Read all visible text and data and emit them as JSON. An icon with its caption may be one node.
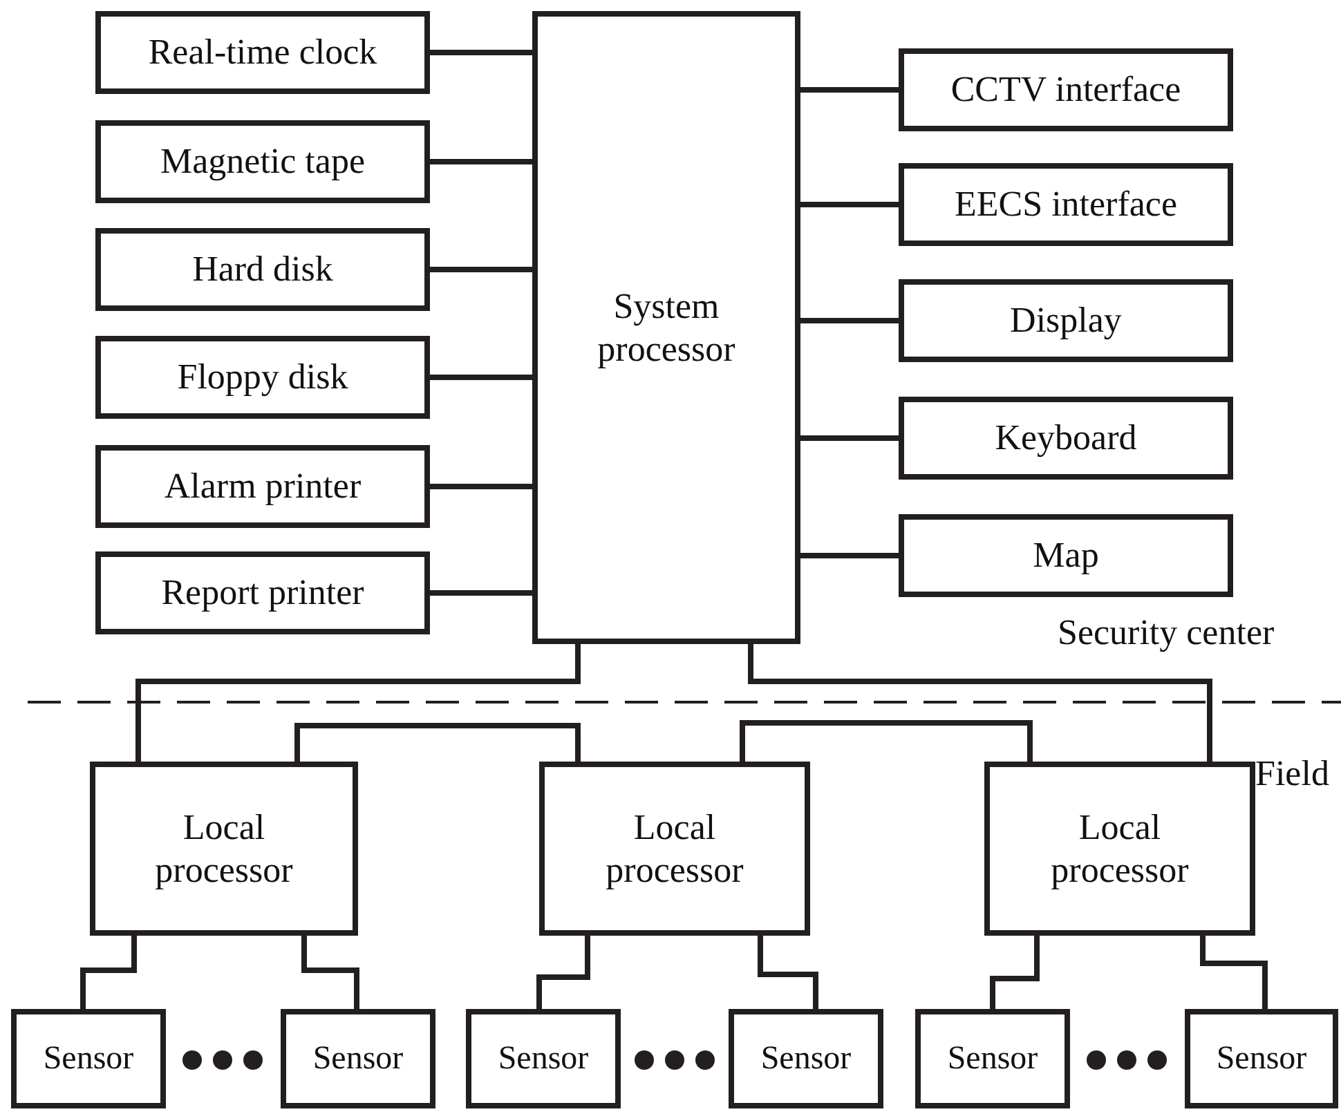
{
  "diagram": {
    "nodes": [
      {
        "text": [
          "Real-time clock"
        ]
      },
      {
        "text": [
          "Magnetic tape"
        ]
      },
      {
        "text": [
          "Hard disk"
        ]
      },
      {
        "text": [
          "Floppy disk"
        ]
      },
      {
        "text": [
          "Alarm printer"
        ]
      },
      {
        "text": [
          "Report printer"
        ]
      },
      {
        "text": [
          "System processor"
        ]
      },
      {
        "text": [
          "CCTV interface"
        ]
      },
      {
        "text": [
          "EECS interface"
        ]
      },
      {
        "text": [
          "Display"
        ]
      },
      {
        "text": [
          "Keyboard"
        ]
      },
      {
        "text": [
          "Map"
        ]
      },
      {
        "text": [
          "Local processor"
        ]
      },
      {
        "text": [
          "Local processor"
        ]
      },
      {
        "text": [
          "Local processor"
        ]
      },
      {
        "text": [
          "Sensor"
        ]
      },
      {
        "text": [
          "Sensor"
        ]
      },
      {
        "text": [
          "Sensor"
        ]
      },
      {
        "text": [
          "Sensor"
        ]
      },
      {
        "text": [
          "Sensor"
        ]
      },
      {
        "text": [
          "Sensor"
        ]
      }
    ],
    "edges": [
      {
        "from": 6,
        "to": 0,
        "arrow": "none"
      },
      {
        "from": 6,
        "to": 1,
        "arrow": "none"
      },
      {
        "from": 6,
        "to": 2,
        "arrow": "none"
      },
      {
        "from": 6,
        "to": 3,
        "arrow": "none"
      },
      {
        "from": 6,
        "to": 4,
        "arrow": "none"
      },
      {
        "from": 6,
        "to": 5,
        "arrow": "none"
      },
      {
        "from": 6,
        "to": 7,
        "arrow": "none"
      },
      {
        "from": 6,
        "to": 8,
        "arrow": "none"
      },
      {
        "from": 6,
        "to": 9,
        "arrow": "none"
      },
      {
        "from": 6,
        "to": 10,
        "arrow": "none"
      },
      {
        "from": 6,
        "to": 11,
        "arrow": "none"
      },
      {
        "from": 6,
        "to": 12,
        "arrow": "none"
      },
      {
        "from": 6,
        "to": 14,
        "arrow": "none"
      },
      {
        "from": 12,
        "to": 13,
        "arrow": "none"
      },
      {
        "from": 13,
        "to": 14,
        "arrow": "none"
      },
      {
        "from": 12,
        "to": 15,
        "arrow": "none"
      },
      {
        "from": 12,
        "to": 16,
        "arrow": "none"
      },
      {
        "from": 13,
        "to": 17,
        "arrow": "none"
      },
      {
        "from": 13,
        "to": 18,
        "arrow": "none"
      },
      {
        "from": 14,
        "to": 19,
        "arrow": "none"
      },
      {
        "from": 14,
        "to": 20,
        "arrow": "none"
      }
    ],
    "labels": [
      "Security center",
      "Field"
    ]
  }
}
